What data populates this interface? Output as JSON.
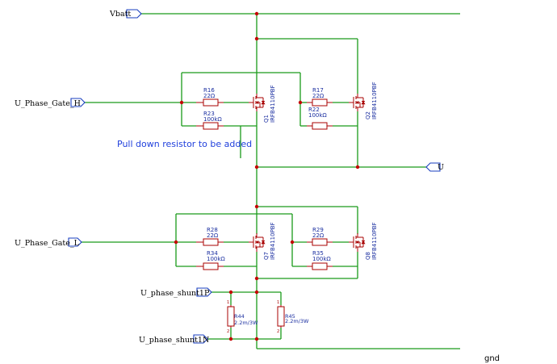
{
  "ports": {
    "vbatt": "Vbatt",
    "u_phase_gate_h": "U_Phase_Gate_H",
    "u_out": "U",
    "u_phase_gate_l": "U_Phase_Gate_L",
    "u_phase_shunt1p": "U_phase_shunt1P",
    "u_phase_shunt1n": "U_phase_shunt1N"
  },
  "components": {
    "r16": {
      "ref": "R16",
      "value": "22Ω"
    },
    "r23": {
      "ref": "R23",
      "value": "100kΩ"
    },
    "r17": {
      "ref": "R17",
      "value": "22Ω"
    },
    "r22": {
      "ref": "R22",
      "value": "100kΩ"
    },
    "r28": {
      "ref": "R28",
      "value": "22Ω"
    },
    "r34": {
      "ref": "R34",
      "value": "100kΩ"
    },
    "r29": {
      "ref": "R29",
      "value": "22Ω"
    },
    "r35": {
      "ref": "R35",
      "value": "100kΩ"
    },
    "r44": {
      "ref": "R44",
      "value": "2.2m/3W"
    },
    "r45": {
      "ref": "R45",
      "value": "2.2m/3W"
    },
    "q1": {
      "ref": "Q1",
      "part": "IRFB4110PBF"
    },
    "q2": {
      "ref": "Q2",
      "part": "IRFB4110PBF"
    },
    "q7": {
      "ref": "Q7",
      "part": "IRFB4110PBF"
    },
    "q8": {
      "ref": "Q8",
      "part": "IRFB4110PBF"
    }
  },
  "annotation": "Pull down resistor to be added",
  "gnd_label": "gnd",
  "colors": {
    "wire": "#1a9b1a",
    "symbol": "#a80000",
    "label": "#1a2ea0",
    "note": "#1f3fdc",
    "port": "#1a3fbf"
  }
}
